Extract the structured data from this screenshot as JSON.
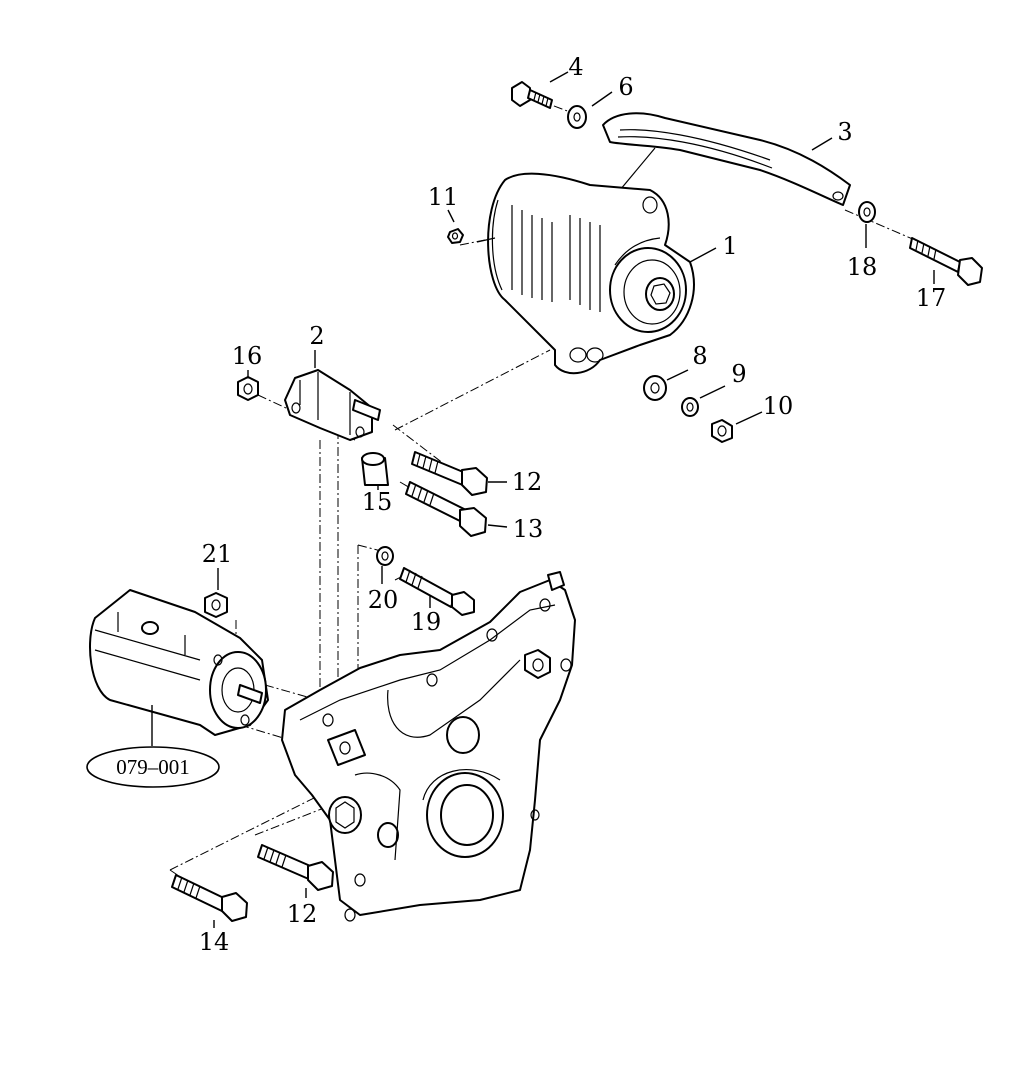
{
  "diagram": {
    "labels": {
      "p1": "1",
      "p2": "2",
      "p3": "3",
      "p4": "4",
      "p6": "6",
      "p8": "8",
      "p9": "9",
      "p10": "10",
      "p11": "11",
      "p12a": "12",
      "p12b": "12",
      "p13": "13",
      "p14": "14",
      "p15": "15",
      "p16": "16",
      "p17": "17",
      "p18": "18",
      "p19": "19",
      "p20": "20",
      "p21": "21"
    },
    "reference": "079–001",
    "colors": {
      "line": "#000000",
      "background": "#ffffff"
    }
  }
}
